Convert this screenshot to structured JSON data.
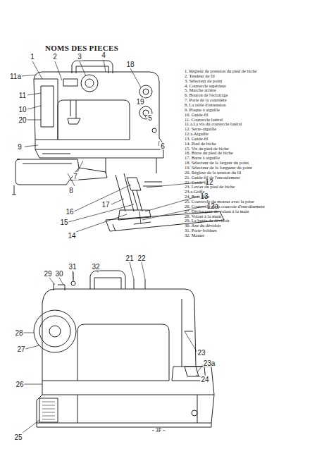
{
  "diagram": {
    "title": "NOMS DES PIECES",
    "labels": [
      "1",
      "2",
      "3",
      "4",
      "18",
      "11a",
      "11",
      "10",
      "20",
      "9",
      "19",
      "5",
      "6",
      "7",
      "8",
      "12",
      "17",
      "13",
      "16",
      "15",
      "12a",
      "14",
      "29",
      "30",
      "31",
      "32",
      "21",
      "22",
      "28",
      "27",
      "26",
      "23",
      "23a",
      "24",
      "25",
      "1. Régleur de pression du pied de biche",
      "2. Tendeur de fil",
      "3. Sélecteur de point",
      "4. Couvercle supérieur",
      "5. Marche arrière",
      "6. Bouton de l'éclairage",
      "7. Porte de la coursière",
      "8. La table d'extension",
      "9. Plaque à aiguille",
      "10. Guide-fil",
      "11. Couvercle latéral",
      "11.a.La vis du couvercle latéral",
      "12. Serre-aiguille",
      "12.a.Aiguille",
      "13. Guide-fil",
      "14. Pied de biche",
      "15. Vis du pied de biche",
      "16. Barre du pied de biche",
      "17. Barre à aiguille",
      "18. Sélecteur de la largeur du point",
      "19. Sélecteur de la longueur du point",
      "20. Régleur de la tension du fil",
      "21. Guide-fil de l'enroulement",
      "22. Guide-fil",
      "23. Levier du pied de biche",
      "23.a.Griffe",
      "24. Bras libre",
      "25. Couvercle du moteur avec la prise",
      "26. Couvercle de la courroie d'entraînement",
      "27. Déchargeur du volant à la main",
      "28. Volant à la main",
      "29. La butée du dévidoir",
      "30. Axe du dévidoir",
      "31. Porte-bobines",
      "32. Manier",
      "- 3F -"
    ]
  }
}
